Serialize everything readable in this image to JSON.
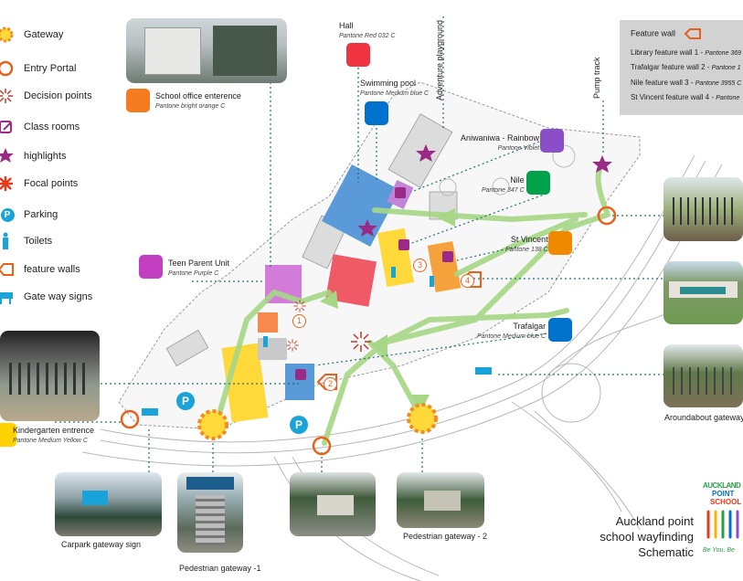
{
  "legend": {
    "items": [
      {
        "label": "Gateway",
        "icon": "gateway-icon"
      },
      {
        "label": "Entry Portal",
        "icon": "entry-portal-icon"
      },
      {
        "label": "Decision points",
        "icon": "decision-point-icon"
      },
      {
        "label": "Class rooms",
        "icon": "class-room-icon"
      },
      {
        "label": "highlights",
        "icon": "star-icon"
      },
      {
        "label": "Focal points",
        "icon": "focal-point-icon"
      },
      {
        "label": "Parking",
        "icon": "parking-icon"
      },
      {
        "label": "Toilets",
        "icon": "toilet-icon"
      },
      {
        "label": "feature walls",
        "icon": "feature-wall-icon"
      },
      {
        "label": "Gate way signs",
        "icon": "gateway-sign-icon"
      }
    ]
  },
  "buildings": {
    "school_office": {
      "label": "School office enterence",
      "sub": "Pantone bright orange C",
      "color": "#f47b20"
    },
    "hall": {
      "label": "Hall",
      "sub": "Pantone Red 032 C",
      "color": "#ef3340"
    },
    "swimming_pool": {
      "label": "Swimming pool",
      "sub": "Pantone Medium blue C",
      "color": "#0072ce"
    },
    "adventure": {
      "label": "Adventure playground"
    },
    "aniwaniwa": {
      "label": "Aniwaniwa - Rainbow",
      "sub": "Pantone Violet",
      "color": "#8a4fc8"
    },
    "nile": {
      "label": "Nile",
      "sub": "Pantone 347 C",
      "color": "#00a14b"
    },
    "st_vincent": {
      "label": "St Vincent",
      "sub": "Pantone 138 C",
      "color": "#ef8a00"
    },
    "teen_parent": {
      "label": "Teen Parent Unit",
      "sub": "Pantone Purple C",
      "color": "#c23fc2"
    },
    "trafalgar": {
      "label": "Trafalgar",
      "sub": "Pantone Medium blue C",
      "color": "#0072ce"
    },
    "kindergarten": {
      "label": "Kindergarten entrence",
      "sub": "Pantone Medium Yellow C",
      "color": "#ffd200"
    },
    "pump_track": {
      "label": "Pump track"
    }
  },
  "feature_wall": {
    "title": "Feature wall",
    "lines": [
      {
        "label": "Library feature wall 1",
        "sub": "Pantone 369"
      },
      {
        "label": "Trafalgar feature wall 2",
        "sub": "Pantone 1"
      },
      {
        "label": "Nile feature wall 3",
        "sub": "Pantone 3955 C"
      },
      {
        "label": "St Vincent feature wall 4",
        "sub": "Pantone"
      }
    ]
  },
  "captions": {
    "roundabout": "Aroundabout gateway",
    "carpark": "Carpark gateway sign",
    "ped1": "Pedestrian gateway -1",
    "ped2": "Pedestrian gateway - 2"
  },
  "map_numbers": [
    "1",
    "2",
    "3",
    "4"
  ],
  "parking_letter": "P",
  "title_lines": [
    "Auckland point",
    "school wayfinding",
    "Schematic"
  ],
  "logo": {
    "words": [
      "AUCKLAND",
      "POINT",
      "SCHOOL"
    ],
    "motto": "Be You, Be"
  },
  "colors": {
    "path_green": "#a6d785",
    "gateway_orange": "#f58a1f",
    "sign_blue": "#1aa3d8",
    "dotted_teal": "#1f6f6f",
    "yellow_building": "#ffd83a",
    "blue_building": "#5a9ad8"
  }
}
